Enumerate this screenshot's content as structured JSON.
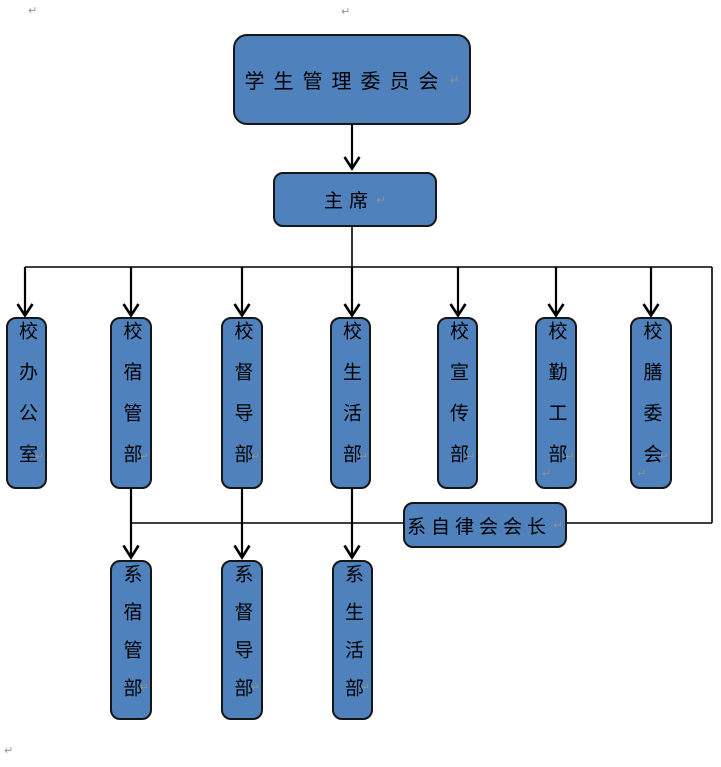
{
  "org": {
    "committee": "学生管理委员会",
    "chairman": "主席",
    "departments": [
      "校办公室",
      "校宿管部",
      "校督导部",
      "校生活部",
      "校宣传部",
      "校勤工部",
      "校膳委会"
    ],
    "council": "系自律会会长",
    "sub_departments": [
      "系宿管部",
      "系督导部",
      "系生活部"
    ],
    "pilcrow": "↵",
    "colors": {
      "box_fill": "#4F81BD",
      "box_border": "#161616",
      "connector": "#000000",
      "formatting_mark": "#909090",
      "background": "#FFFFFF"
    }
  }
}
